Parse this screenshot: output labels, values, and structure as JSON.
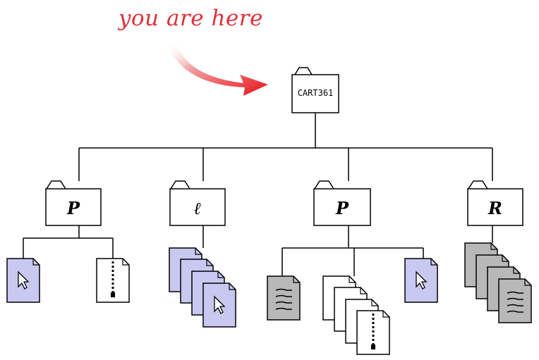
{
  "annotation": {
    "text": "you are here",
    "color": "#e0303a"
  },
  "root": {
    "label": "CART361"
  },
  "folders": [
    {
      "label": "P"
    },
    {
      "label": "ℓ"
    },
    {
      "label": "P"
    },
    {
      "label": "R"
    }
  ],
  "colors": {
    "line": "#000000",
    "folder_fill": "#ffffff",
    "app_doc_fill": "#c8c8f0",
    "text_doc_fill": "#b8b8b8",
    "archive_doc_fill": "#ffffff"
  },
  "icons": {
    "app": "cursor-arrow-icon",
    "archive": "zipper-icon",
    "text": "text-lines-icon",
    "folder": "folder-icon",
    "pointer": "curved-arrow-icon"
  }
}
